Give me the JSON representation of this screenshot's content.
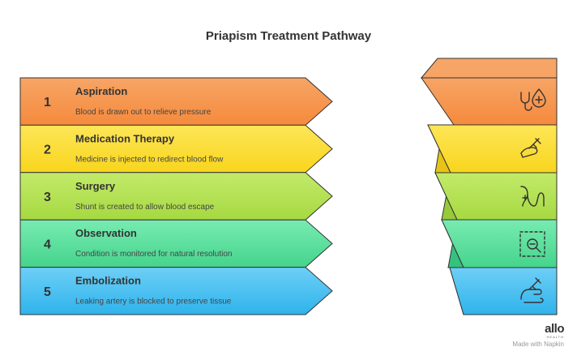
{
  "title": "Priapism Treatment Pathway",
  "steps": [
    {
      "number": "1",
      "title": "Aspiration",
      "description": "Blood is drawn out to relieve pressure",
      "color": "#F79B54",
      "icon": "stethoscope-drop-icon"
    },
    {
      "number": "2",
      "title": "Medication Therapy",
      "description": "Medicine is injected to redirect blood flow",
      "color": "#FDE02F",
      "icon": "syringe-arm-icon"
    },
    {
      "number": "3",
      "title": "Surgery",
      "description": "Shunt is created to allow blood escape",
      "color": "#B6E354",
      "icon": "shunt-icon"
    },
    {
      "number": "4",
      "title": "Observation",
      "description": "Condition is monitored for natural resolution",
      "color": "#5EE0A0",
      "icon": "magnify-monitor-icon"
    },
    {
      "number": "5",
      "title": "Embolization",
      "description": "Leaking artery is blocked to preserve tissue",
      "color": "#4CC3F2",
      "icon": "hand-injection-icon"
    }
  ],
  "brand": {
    "logo": "allo",
    "sub": "HEALTH",
    "made_with": "Made with  Napkin"
  }
}
